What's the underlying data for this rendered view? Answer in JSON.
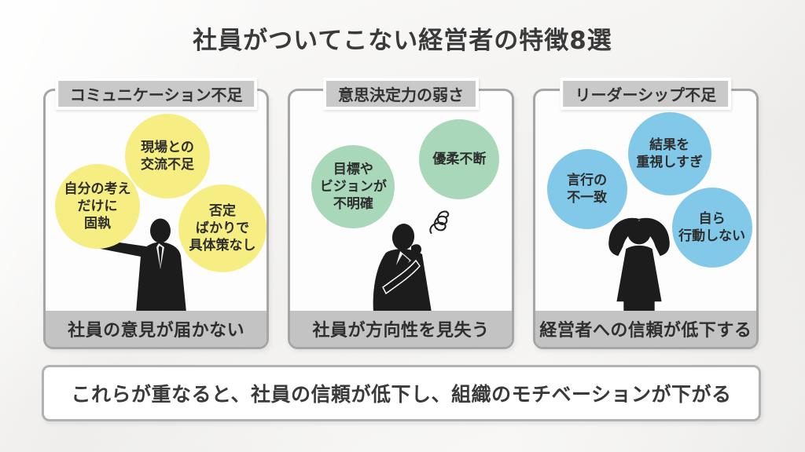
{
  "title": "社員がついてこない経営者の特徴8選",
  "panels": [
    {
      "header": "コミュニケーション不足",
      "bubble_color": "#f6ee82",
      "bubbles": [
        {
          "lines": [
            "現場との",
            "交流不足"
          ]
        },
        {
          "lines": [
            "自分の考え",
            "だけに",
            "固執"
          ]
        },
        {
          "lines": [
            "否定",
            "ばかりで",
            "具体策なし"
          ]
        }
      ],
      "figure": "pointing-businessman-silhouette",
      "caption": "社員の意見が届かない"
    },
    {
      "header": "意思決定力の弱さ",
      "bubble_color": "#a8d8b9",
      "bubbles": [
        {
          "lines": [
            "目標や",
            "ビジョンが",
            "不明確"
          ]
        },
        {
          "lines": [
            "優柔不断"
          ]
        }
      ],
      "figure": "confused-thinking-businessman-silhouette",
      "caption": "社員が方向性を見失う"
    },
    {
      "header": "リーダーシップ不足",
      "bubble_color": "#82c9e9",
      "bubbles": [
        {
          "lines": [
            "結果を",
            "重視しすぎ"
          ]
        },
        {
          "lines": [
            "言行の",
            "不一致"
          ]
        },
        {
          "lines": [
            "自ら",
            "行動しない"
          ]
        }
      ],
      "figure": "head-holding-person-silhouette",
      "caption": "経営者への信頼が低下する"
    }
  ],
  "banner": "これらが重なると、社員の信頼が低下し、組織のモチベーションが下がる",
  "colors": {
    "background": "#f3f2f0",
    "card_background": "#fdfdfd",
    "card_border": "#a5a5a5",
    "header_label_gray": "#c9c9c9",
    "caption_bar_gray": "#c3c3c3",
    "bubble_yellow": "#f6ee82",
    "bubble_green": "#a8d8b9",
    "bubble_blue": "#82c9e9",
    "silhouette_black": "#1c1c1c",
    "text_dark": "#333333"
  }
}
